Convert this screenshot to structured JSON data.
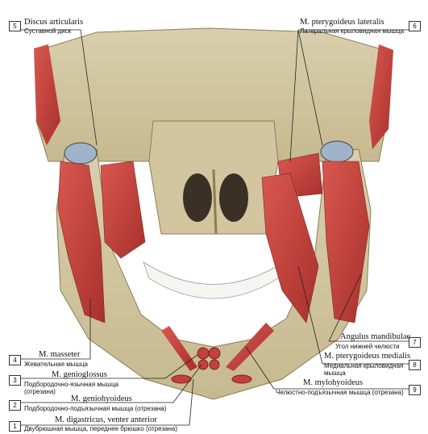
{
  "labels": [
    {
      "num": "5",
      "latin": "Discus articularis",
      "russian": "Суставной диск"
    },
    {
      "num": "6",
      "latin": "M. pterygoideus lateralis",
      "russian": "Латеральная крыловидная мышца"
    },
    {
      "num": "4",
      "latin": "M. masseter",
      "russian": "Жевательная мышца"
    },
    {
      "num": "3",
      "latin": "M. genioglossus",
      "russian": "Подбородочно-язычная мышца",
      "russian2": "(отрезана)"
    },
    {
      "num": "2",
      "latin": "M. geniohyoideus",
      "russian": "Подбородочно-подъязычная мышца (отрезана)"
    },
    {
      "num": "1",
      "latin": "M. digastricus, venter anterior",
      "russian": "Двубрюшная мышца, переднее брюшко (отрезана)"
    },
    {
      "num": "7",
      "latin": "Angulus mandibulae",
      "russian": "Угол нижней челюсти"
    },
    {
      "num": "8",
      "latin": "M. pterygoideus medialis",
      "russian": "Медиальная крыловидная",
      "russian2": "мышца"
    },
    {
      "num": "9",
      "latin": "M. mylohyoideus",
      "russian": "Челюстно-подъязычная мышца (отрезана)"
    }
  ]
}
